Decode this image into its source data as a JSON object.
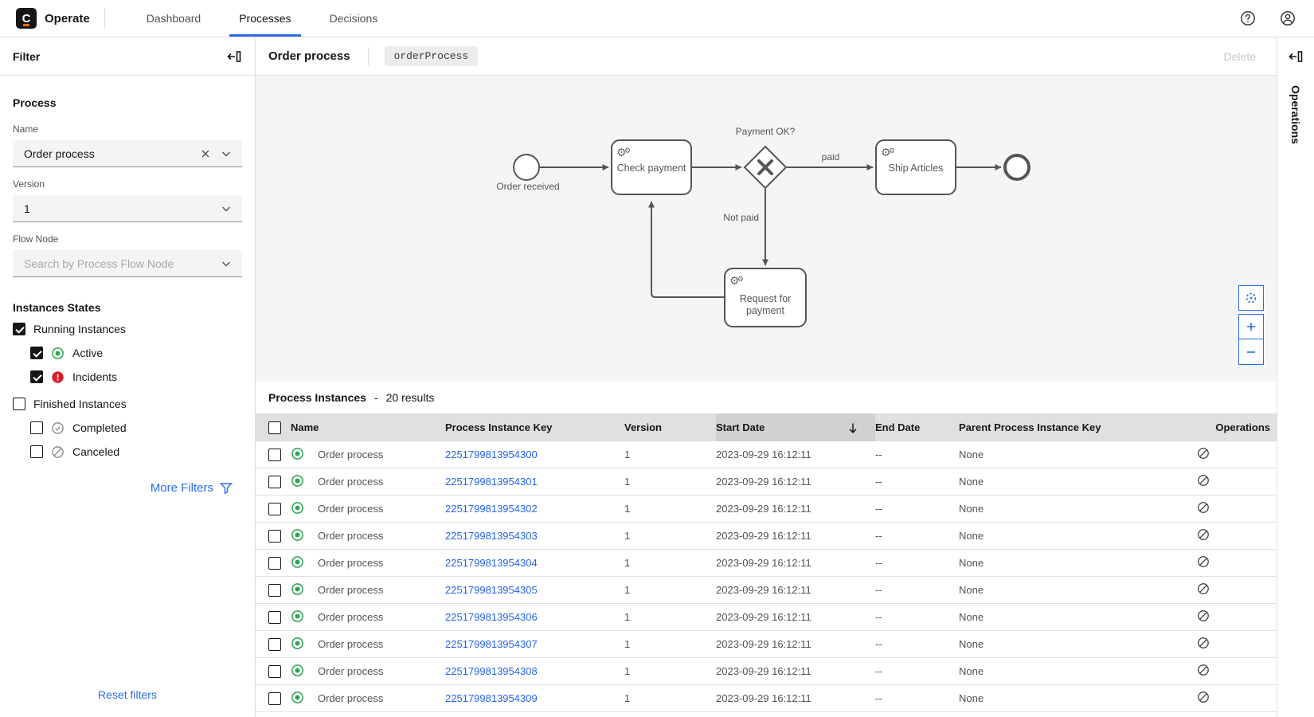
{
  "nav": {
    "brand": "Operate",
    "logo_letter": "C",
    "tabs": [
      {
        "label": "Dashboard",
        "active": false
      },
      {
        "label": "Processes",
        "active": true
      },
      {
        "label": "Decisions",
        "active": false
      }
    ]
  },
  "filter_panel": {
    "title": "Filter",
    "process_section": "Process",
    "name_label": "Name",
    "name_value": "Order process",
    "version_label": "Version",
    "version_value": "1",
    "flow_node_label": "Flow Node",
    "flow_node_placeholder": "Search by Process Flow Node",
    "states_section": "Instances States",
    "states": [
      {
        "label": "Running Instances",
        "checked": true,
        "level": 0,
        "icon": null
      },
      {
        "label": "Active",
        "checked": true,
        "level": 1,
        "icon": "active"
      },
      {
        "label": "Incidents",
        "checked": true,
        "level": 1,
        "icon": "incident"
      },
      {
        "label": "Finished Instances",
        "checked": false,
        "level": 0,
        "icon": null
      },
      {
        "label": "Completed",
        "checked": false,
        "level": 1,
        "icon": "completed"
      },
      {
        "label": "Canceled",
        "checked": false,
        "level": 1,
        "icon": "canceled"
      }
    ],
    "more_filters_label": "More Filters",
    "reset_label": "Reset filters"
  },
  "main_header": {
    "process_title": "Order process",
    "process_id": "orderProcess",
    "delete_label": "Delete"
  },
  "diagram": {
    "start_event_label": "Order received",
    "task_check_payment": "Check payment",
    "gateway_label": "Payment OK?",
    "flow_paid_label": "paid",
    "flow_not_paid_label": "Not paid",
    "task_ship_articles": "Ship Articles",
    "task_request_lines": [
      "Request for",
      "payment"
    ]
  },
  "instances": {
    "title": "Process Instances",
    "separator": "-",
    "results_label": "20 results",
    "columns": {
      "name": "Name",
      "key": "Process Instance Key",
      "version": "Version",
      "start": "Start Date",
      "end": "End Date",
      "parent": "Parent Process Instance Key",
      "operations": "Operations"
    },
    "sorted_column": "Start Date",
    "sort_direction": "descending",
    "rows": [
      {
        "name": "Order process",
        "key": "2251799813954300",
        "version": "1",
        "start": "2023-09-29 16:12:11",
        "end": "--",
        "parent": "None",
        "state": "active"
      },
      {
        "name": "Order process",
        "key": "2251799813954301",
        "version": "1",
        "start": "2023-09-29 16:12:11",
        "end": "--",
        "parent": "None",
        "state": "active"
      },
      {
        "name": "Order process",
        "key": "2251799813954302",
        "version": "1",
        "start": "2023-09-29 16:12:11",
        "end": "--",
        "parent": "None",
        "state": "active"
      },
      {
        "name": "Order process",
        "key": "2251799813954303",
        "version": "1",
        "start": "2023-09-29 16:12:11",
        "end": "--",
        "parent": "None",
        "state": "active"
      },
      {
        "name": "Order process",
        "key": "2251799813954304",
        "version": "1",
        "start": "2023-09-29 16:12:11",
        "end": "--",
        "parent": "None",
        "state": "active"
      },
      {
        "name": "Order process",
        "key": "2251799813954305",
        "version": "1",
        "start": "2023-09-29 16:12:11",
        "end": "--",
        "parent": "None",
        "state": "active"
      },
      {
        "name": "Order process",
        "key": "2251799813954306",
        "version": "1",
        "start": "2023-09-29 16:12:11",
        "end": "--",
        "parent": "None",
        "state": "active"
      },
      {
        "name": "Order process",
        "key": "2251799813954307",
        "version": "1",
        "start": "2023-09-29 16:12:11",
        "end": "--",
        "parent": "None",
        "state": "active"
      },
      {
        "name": "Order process",
        "key": "2251799813954308",
        "version": "1",
        "start": "2023-09-29 16:12:11",
        "end": "--",
        "parent": "None",
        "state": "active"
      },
      {
        "name": "Order process",
        "key": "2251799813954309",
        "version": "1",
        "start": "2023-09-29 16:12:11",
        "end": "--",
        "parent": "None",
        "state": "active"
      }
    ]
  },
  "right_rail": {
    "label": "Operations"
  },
  "colors": {
    "accent": "#2a6ce8",
    "link": "#2563eb",
    "active_green": "#2da44e",
    "incident_red": "#da1e28",
    "header_bg": "#e0e0e0",
    "sorted_header_bg": "#d1d1d1",
    "diagram_bg": "#f5f5f5"
  }
}
